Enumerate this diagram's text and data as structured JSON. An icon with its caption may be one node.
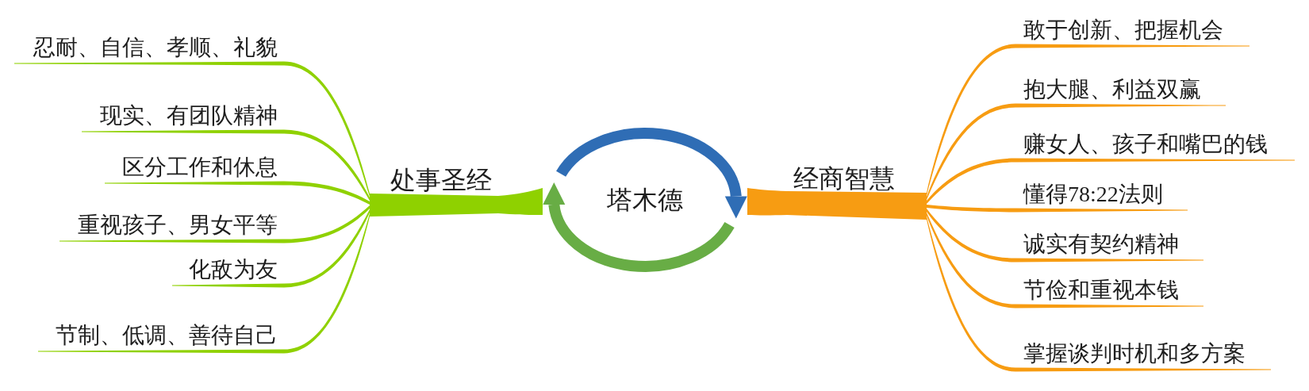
{
  "diagram": {
    "nodes": [
      {
        "text": [
          "塔木德"
        ]
      },
      {
        "text": [
          "处事圣经"
        ]
      },
      {
        "text": [
          "经商智慧"
        ]
      },
      {
        "text": [
          "忍耐、自信、孝顺、礼貌"
        ]
      },
      {
        "text": [
          "现实、有团队精神"
        ]
      },
      {
        "text": [
          "区分工作和休息"
        ]
      },
      {
        "text": [
          "重视孩子、男女平等"
        ]
      },
      {
        "text": [
          "化敌为友"
        ]
      },
      {
        "text": [
          "节制、低调、善待自己"
        ]
      },
      {
        "text": [
          "敢于创新、把握机会"
        ]
      },
      {
        "text": [
          "抱大腿、利益双赢"
        ]
      },
      {
        "text": [
          "赚女人、孩子和嘴巴的钱"
        ]
      },
      {
        "text": [
          "懂得78:22法则"
        ]
      },
      {
        "text": [
          "诚实有契约精神"
        ]
      },
      {
        "text": [
          "节俭和重视本钱"
        ]
      },
      {
        "text": [
          "掌握谈判时机和多方案"
        ]
      }
    ],
    "edges": [
      {
        "from": 0,
        "to": 1,
        "arrow": "none",
        "style": "thick",
        "color": "#8fd100"
      },
      {
        "from": 0,
        "to": 2,
        "arrow": "none",
        "style": "thick"
      },
      {
        "from": 1,
        "to": 3,
        "arrow": "none",
        "color": "#8fd100"
      },
      {
        "from": 1,
        "to": 4,
        "arrow": "none",
        "color": "#8fd100"
      },
      {
        "from": 1,
        "to": 5,
        "arrow": "none",
        "color": "#8fd100"
      },
      {
        "from": 1,
        "to": 6,
        "arrow": "none",
        "color": "#8fd100"
      },
      {
        "from": 1,
        "to": 7,
        "arrow": "none",
        "color": "#8fd100"
      },
      {
        "from": 1,
        "to": 8,
        "arrow": "none",
        "color": "#8fd100"
      },
      {
        "from": 2,
        "to": 9,
        "arrow": "none"
      },
      {
        "from": 2,
        "to": 10,
        "arrow": "none"
      },
      {
        "from": 2,
        "to": 11,
        "arrow": "none"
      },
      {
        "from": 2,
        "to": 12,
        "arrow": "none"
      },
      {
        "from": 2,
        "to": 13,
        "arrow": "none"
      },
      {
        "from": 2,
        "to": 14,
        "arrow": "none"
      },
      {
        "from": 2,
        "to": 15,
        "arrow": "none"
      }
    ]
  }
}
